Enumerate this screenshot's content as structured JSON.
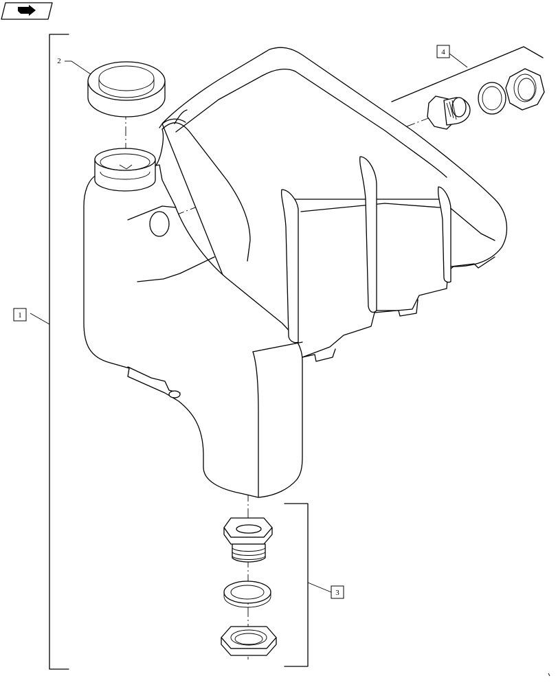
{
  "callouts": {
    "c1": "1",
    "c2": "2",
    "c3": "3",
    "c4": "4"
  },
  "icons": {
    "nav": "next-page-arrow-icon"
  }
}
